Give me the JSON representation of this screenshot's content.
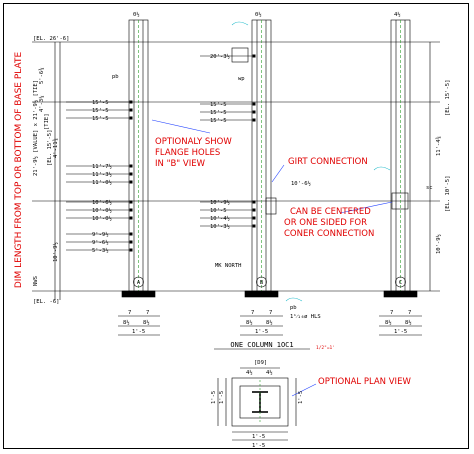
{
  "side_label": "DIM LENGTH FROM TOP OR BOTTOM OF BASE PLATE",
  "top_el": "[EL. 26'-6]",
  "top_left_dims": [
    "5'-6¾",
    "4'-3¼"
  ],
  "bottom_el": "[EL. -6]",
  "mid_el_left": "[EL. 15'-5]",
  "tie_mark": "[TIE]",
  "heights_left": [
    "21'-9½ [VALUE] x 21'-9½ [TIE]",
    "4'-11¾",
    "10'-9½",
    "NWS"
  ],
  "elevation_labels_right": [
    "[EL. 15'-5]",
    "[EL. 10'-5]"
  ],
  "right_heights": [
    "11'-4¾",
    "10'-9½"
  ],
  "column_top_dims": [
    "0½",
    "0½",
    "4½"
  ],
  "column_a_dims": [
    "15'-5",
    "15'-5",
    "15'-5",
    "11'-7½",
    "11'-3½",
    "11'-0½",
    "10'-6½",
    "10'-0½",
    "10'-0½",
    "9'-9½",
    "9'-6½",
    "5'-3½"
  ],
  "column_b_dims": [
    "20'-3½",
    "15'-5",
    "15'-5",
    "15'-5",
    "10'-9½",
    "10'-5",
    "10'-4½",
    "10'-3½"
  ],
  "pb_label": "pb",
  "wp_label": "wp",
  "sc_label": "sc",
  "girt_elevation": "10'-6½",
  "column_marks": [
    "A",
    "B",
    "C"
  ],
  "north_label": "MK NORTH",
  "base_dims": {
    "left": "7",
    "right": "7",
    "half_left": "8½",
    "half_right": "8½",
    "total": "1'-5"
  },
  "hls_note": "1¹⁄₁₆ø HLS",
  "pb_note": "pb",
  "view_title": "ONE COLUMN 1OC1",
  "scale_note": "1/2\"=1'",
  "plan_label": "[D9]",
  "plan_dims": {
    "top_half": "4½",
    "top_half2": "4½",
    "left_1": "1'-5",
    "left_2": "1'-5",
    "bot_1": "1'-5",
    "bot_2": "1'-5",
    "right": "1'-5"
  },
  "callouts": {
    "flange_holes": [
      "OPTIONALY SHOW",
      "FLANGE HOLES",
      "IN \"B\" VIEW"
    ],
    "girt": "GIRT CONNECTION",
    "center": [
      "CAN BE CENTERED",
      "OR ONE SIDED FOR",
      "CONER CONNECTION"
    ],
    "plan": "OPTIONAL PLAN VIEW"
  },
  "colors": {
    "callout": "#e00000",
    "leader": "#2040ff",
    "column": "#2e9e2e",
    "cyan": "#18b8c8",
    "line": "#000000"
  }
}
